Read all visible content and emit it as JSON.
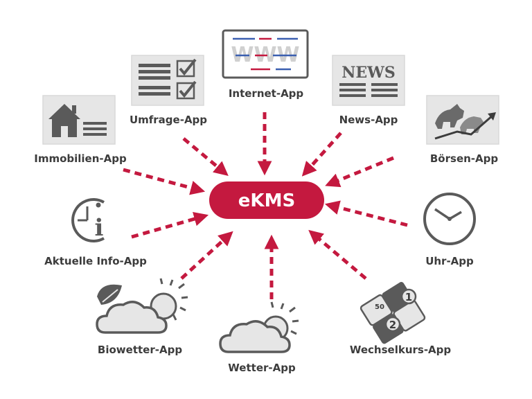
{
  "hub": {
    "label": "eKMS"
  },
  "apps": {
    "internet": {
      "label": "Internet-App",
      "icon": "www-browser-icon"
    },
    "umfrage": {
      "label": "Umfrage-App",
      "icon": "checklist-icon"
    },
    "news": {
      "label": "News-App",
      "icon": "newspaper-icon",
      "text": "NEWS"
    },
    "immobilien": {
      "label": "Immobilien-App",
      "icon": "house-icon"
    },
    "boersen": {
      "label": "Börsen-App",
      "icon": "bull-bear-chart-icon"
    },
    "info": {
      "label": "Aktuelle Info-App",
      "icon": "clock-info-icon",
      "text": "i"
    },
    "uhr": {
      "label": "Uhr-App",
      "icon": "clock-icon"
    },
    "biowetter": {
      "label": "Biowetter-App",
      "icon": "leaf-cloud-sun-icon"
    },
    "wetter": {
      "label": "Wetter-App",
      "icon": "cloud-sun-icon"
    },
    "wechselkurs": {
      "label": "Wechselkurs-App",
      "icon": "currency-coins-icon",
      "coins": [
        "1",
        "50",
        "2",
        "50"
      ]
    }
  },
  "colors": {
    "accent": "#c4193f",
    "icon": "#5a5a5a",
    "icon_light": "#e6e6e6",
    "text": "#3c3c3c"
  }
}
